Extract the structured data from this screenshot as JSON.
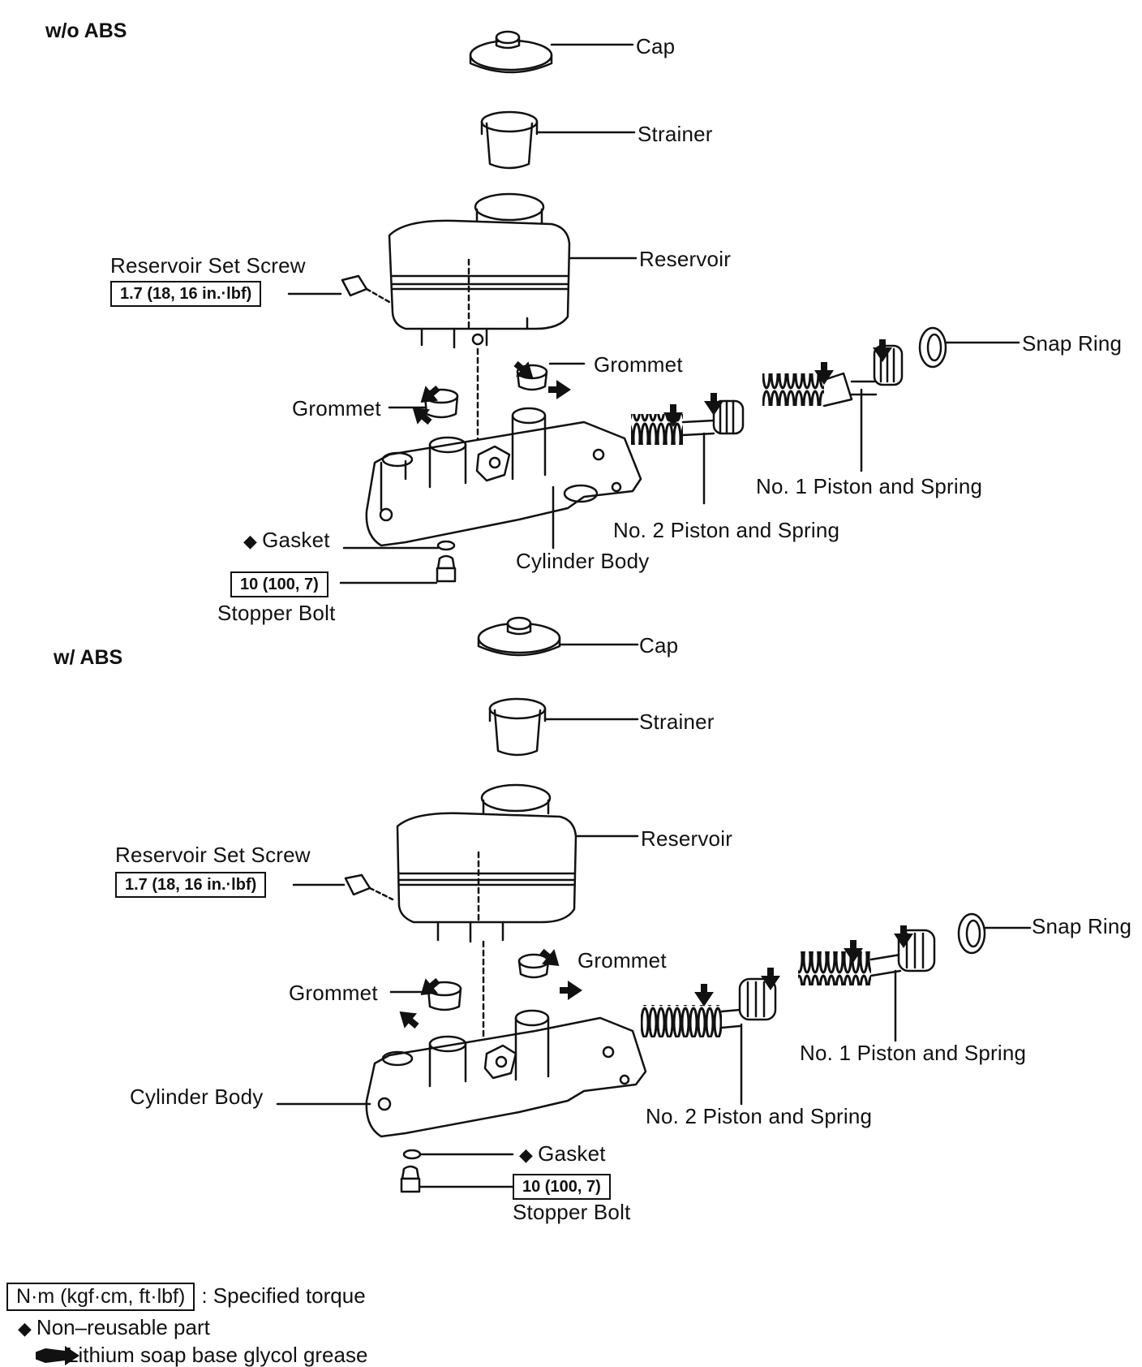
{
  "sections": {
    "top": {
      "heading": "w/o ABS",
      "labels": {
        "cap": "Cap",
        "strainer": "Strainer",
        "reservoir": "Reservoir",
        "reservoir_set_screw": "Reservoir Set Screw",
        "reservoir_set_screw_torque": "1.7 (18, 16 in.·lbf)",
        "grommet_right": "Grommet",
        "grommet_left": "Grommet",
        "snap_ring": "Snap Ring",
        "no1_piston": "No. 1 Piston and Spring",
        "no2_piston": "No. 2 Piston and Spring",
        "gasket": "Gasket",
        "cylinder_body": "Cylinder Body",
        "stopper_bolt_torque": "10 (100, 7)",
        "stopper_bolt": "Stopper Bolt"
      }
    },
    "bottom": {
      "heading": "w/ ABS",
      "labels": {
        "cap": "Cap",
        "strainer": "Strainer",
        "reservoir": "Reservoir",
        "reservoir_set_screw": "Reservoir Set Screw",
        "reservoir_set_screw_torque": "1.7 (18, 16 in.·lbf)",
        "snap_ring": "Snap Ring",
        "grommet_right": "Grommet",
        "grommet_left": "Grommet",
        "no1_piston": "No. 1 Piston and Spring",
        "cylinder_body": "Cylinder Body",
        "no2_piston": "No. 2 Piston and Spring",
        "gasket": "Gasket",
        "stopper_bolt_torque": "10 (100, 7)",
        "stopper_bolt": "Stopper Bolt"
      }
    }
  },
  "legend": {
    "torque_box": "N·m (kgf·cm, ft·lbf)",
    "torque_text": ": Specified torque",
    "nonreusable_text": "Non–reusable part",
    "grease_text": "Lithium soap base glycol grease"
  },
  "symbols": {
    "nonreusable": "◆",
    "grease": "grease-arrow-icon"
  }
}
